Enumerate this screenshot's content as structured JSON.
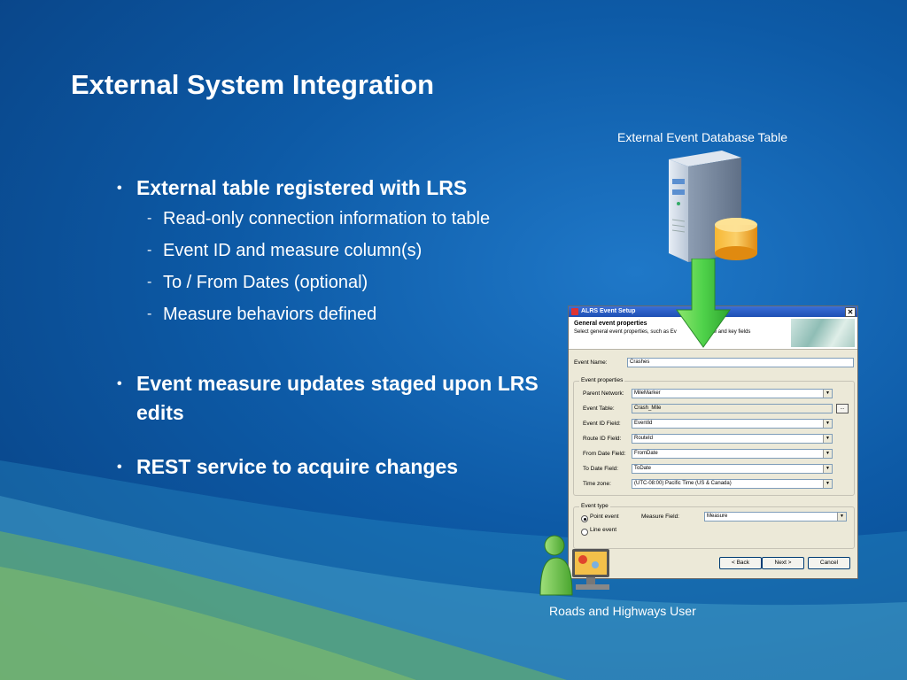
{
  "slide": {
    "title": "External System Integration",
    "bullets": [
      {
        "text": "External table registered with LRS",
        "sub": [
          "Read-only connection information to table",
          "Event ID and measure column(s)",
          "To / From Dates (optional)",
          "Measure behaviors defined"
        ]
      },
      {
        "text": "Event measure updates staged upon LRS edits"
      },
      {
        "text": "REST service to acquire changes"
      }
    ],
    "bullet_char": "•",
    "dash_char": "-",
    "db_label": "External Event Database Table",
    "user_label": "Roads and Highways User"
  },
  "dialog": {
    "title": "ALRS Event Setup",
    "close_glyph": "✕",
    "header_title": "General event properties",
    "header_desc": "Select general event properties, such as Ev",
    "header_desc_tail": "able and key fields",
    "event_name_label": "Event Name:",
    "event_name_value": "Crashes",
    "group_properties_label": "Event properties",
    "fields": [
      {
        "label": "Parent Network:",
        "value": "MileMarker"
      },
      {
        "label": "Event Table:",
        "value": "Crash_Mile"
      },
      {
        "label": "Event ID Field:",
        "value": "EventId"
      },
      {
        "label": "Route ID Field:",
        "value": "RouteId"
      },
      {
        "label": "From Date Field:",
        "value": "FromDate"
      },
      {
        "label": "To Date Field:",
        "value": "ToDate"
      },
      {
        "label": "Time zone:",
        "value": "(UTC-08:00) Pacific Time (US & Canada)"
      }
    ],
    "browse_label": "...",
    "group_type_label": "Event type",
    "point_event_label": "Point event",
    "line_event_label": "Line event",
    "measure_field_label": "Measure Field:",
    "measure_field_value": "Measure",
    "back_label": "< Back",
    "next_label": "Next >",
    "cancel_label": "Cancel"
  },
  "colors": {
    "arrow_green": "#4fd24a",
    "db_orange": "#f5a623",
    "accent_blue": "#1d4fb3"
  }
}
